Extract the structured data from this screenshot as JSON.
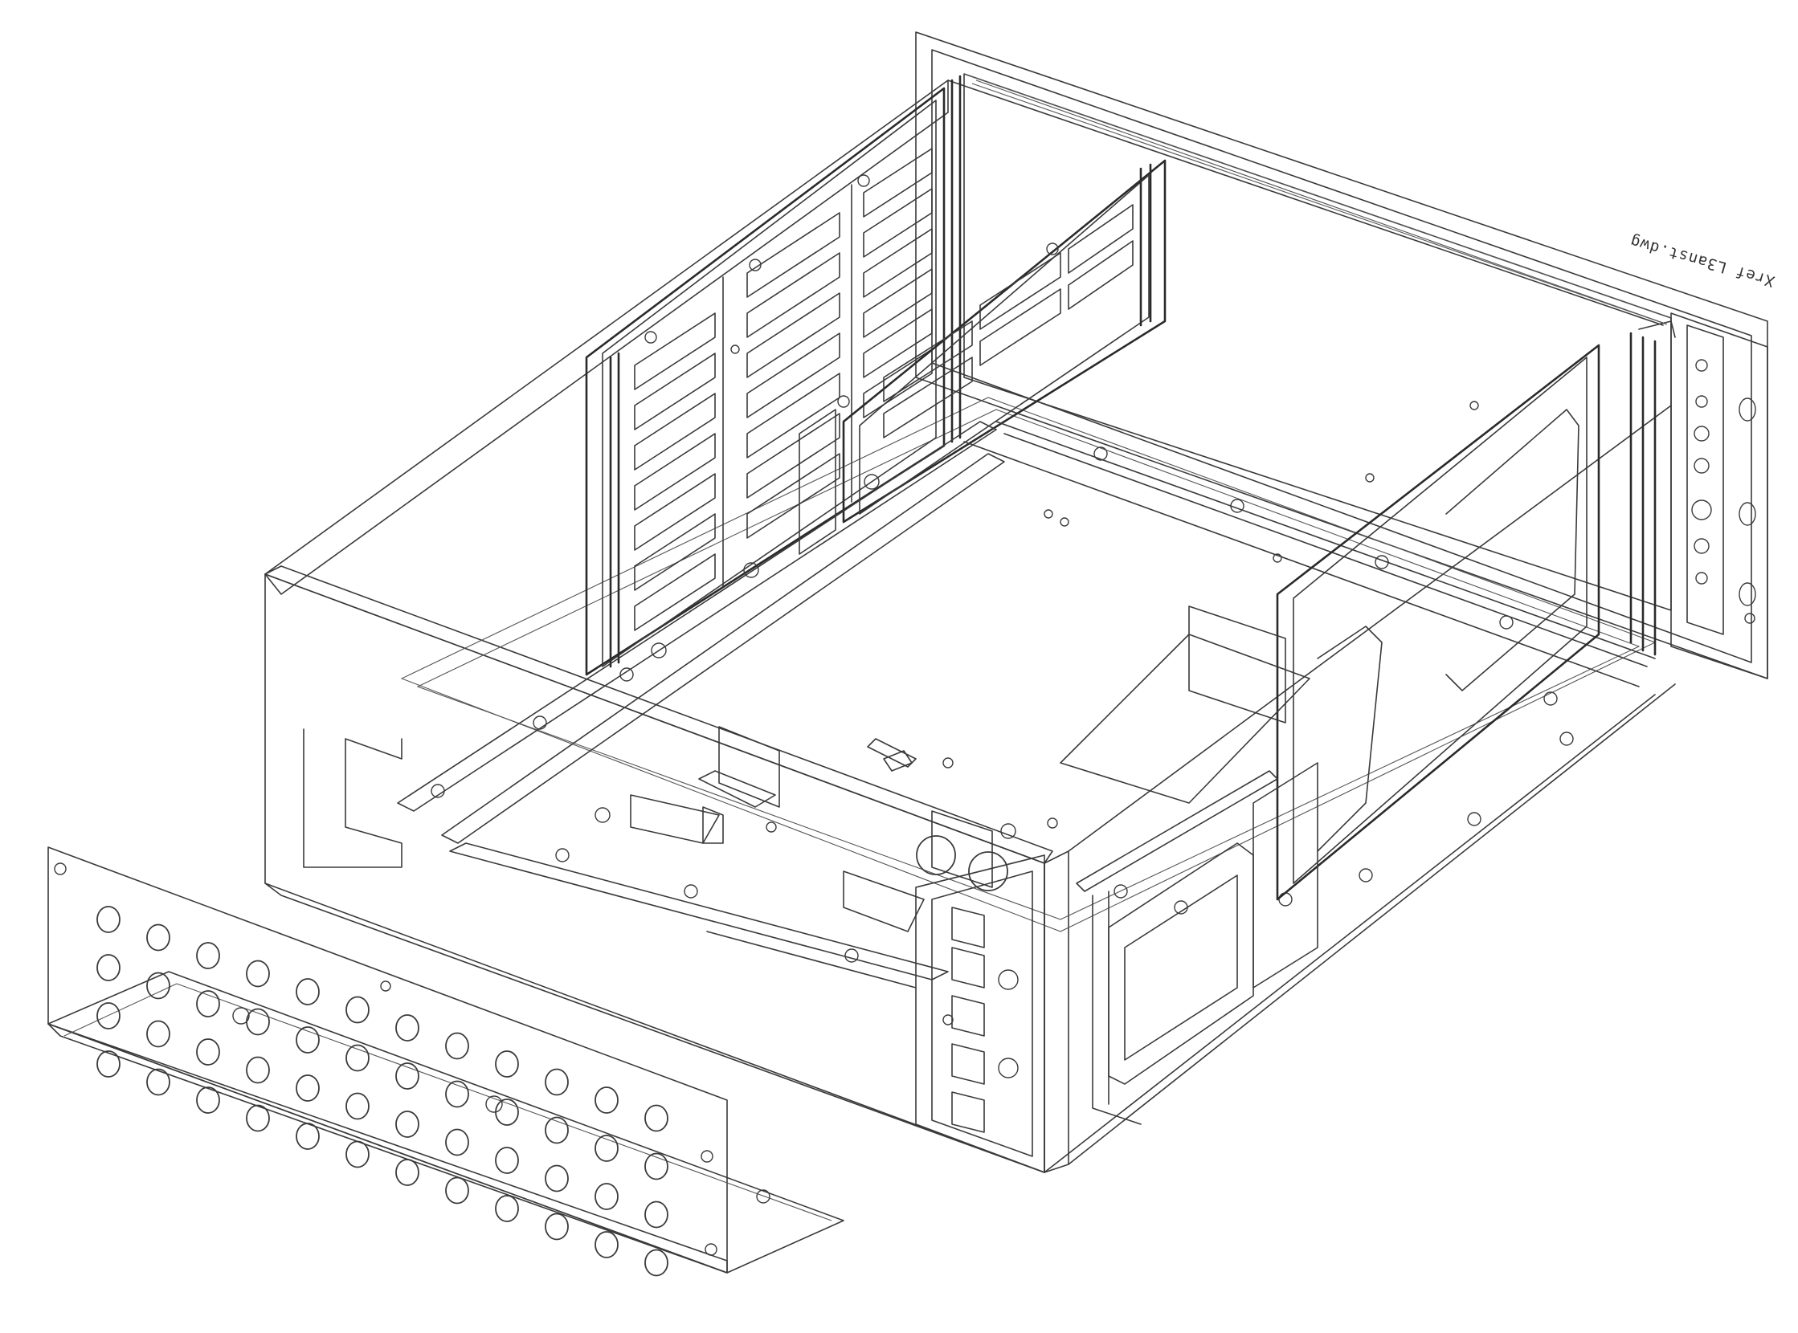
{
  "drawing": {
    "xref_label": "Xref L3anst.dwg",
    "line_color": "#3a3a3a",
    "background": "#ffffff",
    "front_panel_hole_rows": 4,
    "front_panel_hole_cols": 12
  }
}
